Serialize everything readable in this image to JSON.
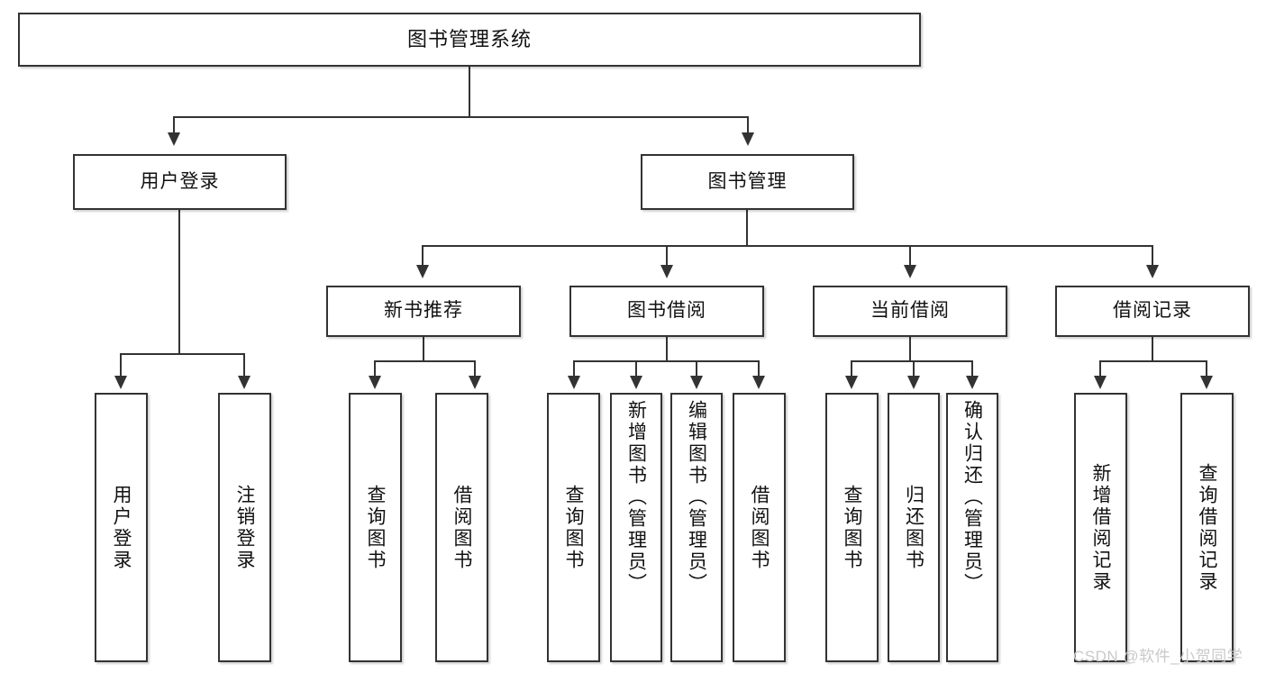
{
  "diagram": {
    "title": "图书管理系统",
    "type": "hierarchy-tree",
    "levels": 4,
    "colors": {
      "box_border": "#333333",
      "box_fill": "#ffffff",
      "connector": "#333333",
      "background": "#ffffff",
      "watermark": "#c9c9c9"
    }
  },
  "root": {
    "label": "图书管理系统"
  },
  "level2": [
    {
      "label": "用户登录"
    },
    {
      "label": "图书管理"
    }
  ],
  "level3": [
    {
      "label": "新书推荐"
    },
    {
      "label": "图书借阅"
    },
    {
      "label": "当前借阅"
    },
    {
      "label": "借阅记录"
    }
  ],
  "leaves": {
    "user_login": [
      {
        "label": "用户登录"
      },
      {
        "label": "注销登录"
      }
    ],
    "new_book_recommend": [
      {
        "label": "查询图书"
      },
      {
        "label": "借阅图书"
      }
    ],
    "book_borrow": [
      {
        "label": "查询图书"
      },
      {
        "label": "新增图书（管理员）"
      },
      {
        "label": "编辑图书（管理员）"
      },
      {
        "label": "借阅图书"
      }
    ],
    "current_borrow": [
      {
        "label": "查询图书"
      },
      {
        "label": "归还图书"
      },
      {
        "label": "确认归还（管理员）"
      }
    ],
    "borrow_record": [
      {
        "label": "新增借阅记录"
      },
      {
        "label": "查询借阅记录"
      }
    ]
  },
  "watermark": {
    "text": "CSDN @软件_小贺同学"
  }
}
